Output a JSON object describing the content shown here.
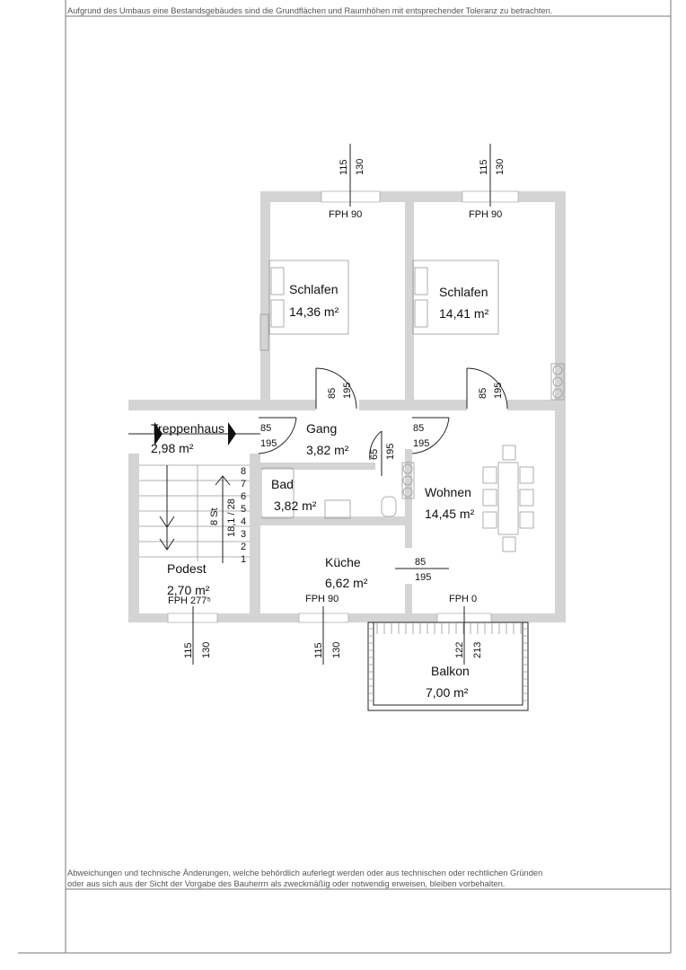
{
  "notes": {
    "top": "Aufgrund des Umbaus eine Bestandsgebäudes sind die Grundflächen und Raumhöhen mit entsprechender Toleranz zu betrachten.",
    "bottom_line1": "Abweichungen und technische Änderungen, welche behördlich auferlegt werden oder aus technischen oder rechtlichen Gründen",
    "bottom_line2": "oder aus sich aus der Sicht der Vorgabe des Bauherrn als zweckmäßig oder notwendig erweisen, bleiben vorbehalten."
  },
  "rooms": {
    "schlafen1": {
      "name": "Schlafen",
      "area": "14,36 m²"
    },
    "schlafen2": {
      "name": "Schlafen",
      "area": "14,41 m²"
    },
    "treppenhaus": {
      "name": "Treppenhaus",
      "area": "2,98 m²"
    },
    "gang": {
      "name": "Gang",
      "area": "3,82 m²"
    },
    "bad": {
      "name": "Bad",
      "area": "3,82 m²"
    },
    "wohnen": {
      "name": "Wohnen",
      "area": "14,45 m²"
    },
    "kueche": {
      "name": "Küche",
      "area": "6,62 m²"
    },
    "podest": {
      "name": "Podest",
      "area": "2,70 m²"
    },
    "balkon": {
      "name": "Balkon",
      "area": "7,00 m²"
    }
  },
  "windows": {
    "w1": {
      "fph": "FPH 90",
      "a": "115",
      "b": "130"
    },
    "w2": {
      "fph": "FPH 90",
      "a": "115",
      "b": "130"
    },
    "w3": {
      "fph": "FPH 277⁵",
      "a": "115",
      "b": "130"
    },
    "w4": {
      "fph": "FPH 90",
      "a": "115",
      "b": "130"
    },
    "w5": {
      "fph": "FPH 0",
      "a": "122",
      "b": "213"
    }
  },
  "doors": {
    "d1": {
      "w": "85",
      "h": "195"
    },
    "d2": {
      "w": "85",
      "h": "195"
    },
    "d3": {
      "w": "85",
      "h": "195"
    },
    "d4": {
      "w": "85",
      "h": "195"
    },
    "d5": {
      "w": "65",
      "h": "195"
    },
    "d6": {
      "w": "85",
      "h": "195"
    }
  },
  "stairs": {
    "steps": [
      "1",
      "2",
      "3",
      "4",
      "5",
      "6",
      "7",
      "8"
    ],
    "count": "8 St",
    "ratio": "18,1 / 28"
  }
}
